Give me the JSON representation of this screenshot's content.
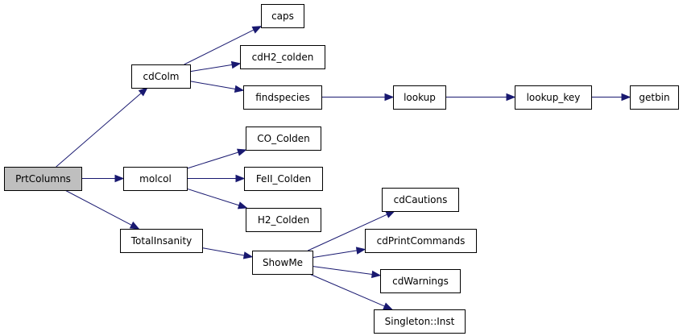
{
  "diagram": {
    "colors": {
      "edge": "#191970",
      "root_fill": "#bfbfbf",
      "node_fill": "#ffffff",
      "border": "#000000"
    },
    "nodes": [
      {
        "id": "PrtColumns",
        "label": "PrtColumns",
        "root": true
      },
      {
        "id": "cdColm",
        "label": "cdColm"
      },
      {
        "id": "molcol",
        "label": "molcol"
      },
      {
        "id": "TotalInsanity",
        "label": "TotalInsanity"
      },
      {
        "id": "caps",
        "label": "caps"
      },
      {
        "id": "cdH2_colden",
        "label": "cdH2_colden"
      },
      {
        "id": "findspecies",
        "label": "findspecies"
      },
      {
        "id": "lookup",
        "label": "lookup"
      },
      {
        "id": "lookup_key",
        "label": "lookup_key"
      },
      {
        "id": "getbin",
        "label": "getbin"
      },
      {
        "id": "CO_Colden",
        "label": "CO_Colden"
      },
      {
        "id": "FeII_Colden",
        "label": "FeII_Colden"
      },
      {
        "id": "H2_Colden",
        "label": "H2_Colden"
      },
      {
        "id": "ShowMe",
        "label": "ShowMe"
      },
      {
        "id": "cdCautions",
        "label": "cdCautions"
      },
      {
        "id": "cdPrintCommands",
        "label": "cdPrintCommands"
      },
      {
        "id": "cdWarnings",
        "label": "cdWarnings"
      },
      {
        "id": "Singleton_Inst",
        "label": "Singleton::Inst"
      }
    ],
    "edges": [
      {
        "from": "PrtColumns",
        "to": "cdColm"
      },
      {
        "from": "PrtColumns",
        "to": "molcol"
      },
      {
        "from": "PrtColumns",
        "to": "TotalInsanity"
      },
      {
        "from": "cdColm",
        "to": "caps"
      },
      {
        "from": "cdColm",
        "to": "cdH2_colden"
      },
      {
        "from": "cdColm",
        "to": "findspecies"
      },
      {
        "from": "findspecies",
        "to": "lookup"
      },
      {
        "from": "lookup",
        "to": "lookup_key"
      },
      {
        "from": "lookup_key",
        "to": "getbin"
      },
      {
        "from": "molcol",
        "to": "CO_Colden"
      },
      {
        "from": "molcol",
        "to": "FeII_Colden"
      },
      {
        "from": "molcol",
        "to": "H2_Colden"
      },
      {
        "from": "TotalInsanity",
        "to": "ShowMe"
      },
      {
        "from": "ShowMe",
        "to": "cdCautions"
      },
      {
        "from": "ShowMe",
        "to": "cdPrintCommands"
      },
      {
        "from": "ShowMe",
        "to": "cdWarnings"
      },
      {
        "from": "ShowMe",
        "to": "Singleton_Inst"
      }
    ]
  }
}
